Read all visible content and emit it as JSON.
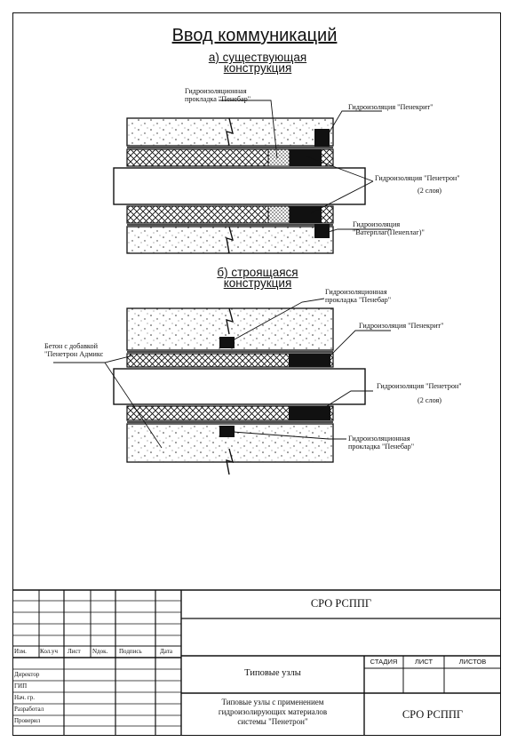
{
  "title": "Ввод коммуникаций",
  "section_a": {
    "heading_line1": "а) существующая",
    "heading_line2": "конструкция",
    "callouts": {
      "penebar_gasket_line1": "Гидроизоляционная",
      "penebar_gasket_line2": "прокладка \"Пенебар\"",
      "penekrit": "Гидроизоляция \"Пенекрит\"",
      "penetron_line1": "Гидроизоляция \"Пенетрон\"",
      "penetron_line2": "(2 слоя)",
      "waterplug_line1": "Гидроизоляция",
      "waterplug_line2": "\"Ватерплаг(Пенеплаг)\""
    }
  },
  "section_b": {
    "heading_line1": "б) строящаяся",
    "heading_line2": "конструкция",
    "callouts": {
      "penebar_gasket_top_line1": "Гидроизоляционная",
      "penebar_gasket_top_line2": "прокладка \"Пенебар\"",
      "penekrit": "Гидроизоляция \"Пенекрит\"",
      "concrete_line1": "Бетон с добавкой",
      "concrete_line2": "\"Пенетрон Адмикс",
      "penetron_line1": "Гидроизоляция \"Пенетрон\"",
      "penetron_line2": "(2 слоя)",
      "penebar_gasket_bottom_line1": "Гидроизоляционная",
      "penebar_gasket_bottom_line2": "прокладка \"Пенебар\""
    }
  },
  "title_block": {
    "org_top": "СРО РСППГ",
    "headers": [
      "Изм.",
      "Кол.уч",
      "Лист",
      "Nдок.",
      "Подпись",
      "Дата"
    ],
    "roles": [
      "Директор",
      "ГИП",
      "Нач. гр.",
      "Разработал",
      "Проверил"
    ],
    "sheet_title": "Типовые узлы",
    "description_line1": "Типовые узлы с применением",
    "description_line2": "гидроизолирующих материалов",
    "description_line3": "системы \"Пенетрон\"",
    "stage_label": "СТАДИЯ",
    "sheet_label": "ЛИСТ",
    "sheets_label": "ЛИСТОВ",
    "org_bottom": "СРО РСППГ"
  }
}
